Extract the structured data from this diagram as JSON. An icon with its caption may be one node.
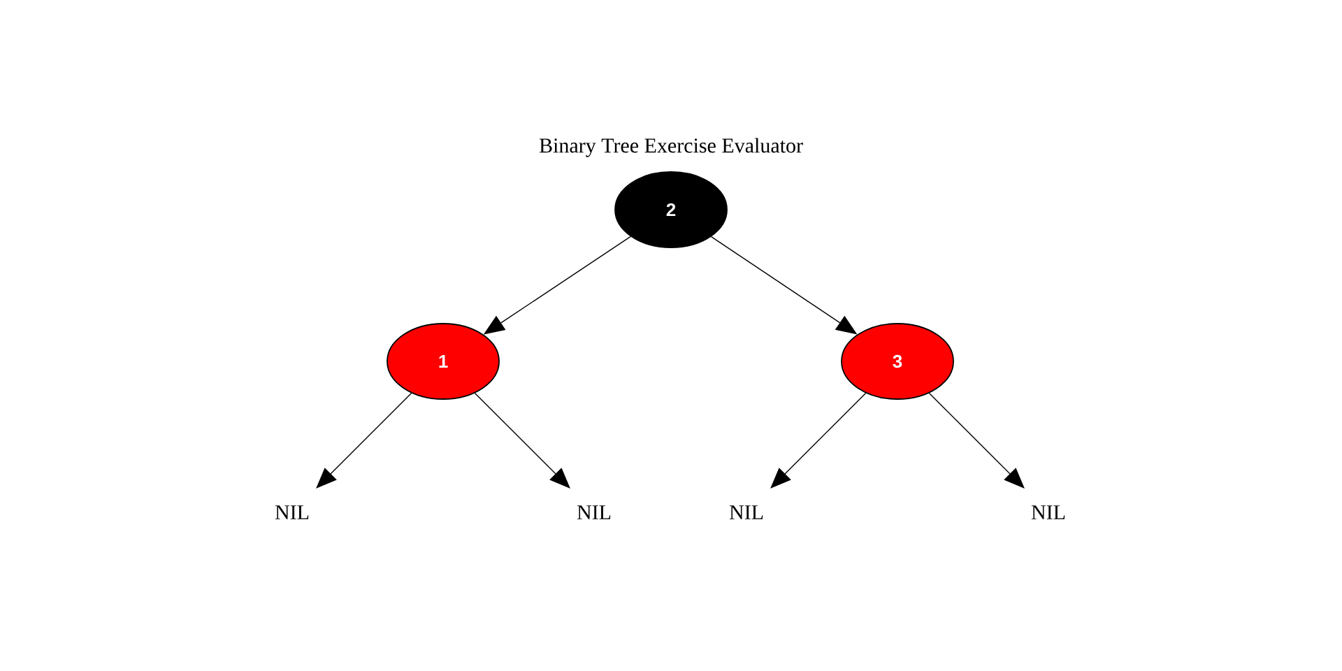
{
  "diagram": {
    "title": "Binary Tree Exercise Evaluator",
    "nodes": [
      {
        "text": [
          "2"
        ]
      },
      {
        "text": [
          "1"
        ]
      },
      {
        "text": [
          "3"
        ]
      },
      {
        "text": [
          "NIL"
        ]
      },
      {
        "text": [
          "NIL"
        ]
      },
      {
        "text": [
          "NIL"
        ]
      },
      {
        "text": [
          "NIL"
        ]
      }
    ],
    "edges": [
      {
        "from": 0,
        "to": 1,
        "arrow": "to"
      },
      {
        "from": 0,
        "to": 2,
        "arrow": "to"
      },
      {
        "from": 1,
        "to": 3,
        "arrow": "to"
      },
      {
        "from": 1,
        "to": 4,
        "arrow": "to"
      },
      {
        "from": 2,
        "to": 5,
        "arrow": "to"
      },
      {
        "from": 2,
        "to": 6,
        "arrow": "to"
      }
    ]
  }
}
